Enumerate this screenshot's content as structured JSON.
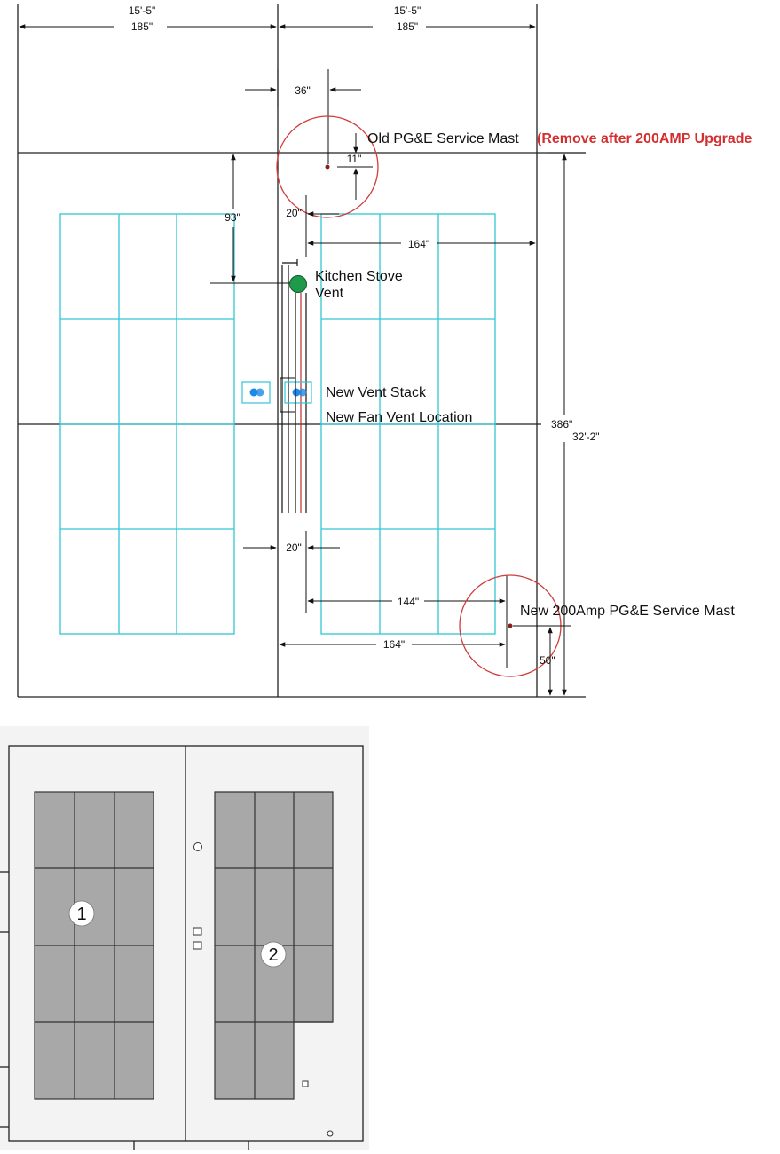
{
  "colors": {
    "panel_outline": "#33c6d6",
    "circle_outline": "#d23b3b",
    "warning_text": "#d32f2f",
    "vent_green": "#1f9a4b",
    "vent_blue": "#1e88e5",
    "layout_panel_fill": "#a8a8a8",
    "layout_bg": "#f3f3f3"
  },
  "dimensions": {
    "top_left_ft": "15'-5\"",
    "top_left_in": "185\"",
    "top_right_ft": "15'-5\"",
    "top_right_in": "185\"",
    "mast_offset": "36\"",
    "mast_small": "11\"",
    "setback_93": "93\"",
    "gap_top": "20\"",
    "width_164_top": "164\"",
    "height_386": "386\"",
    "height_ft": "32'-2\"",
    "gap_bottom": "20\"",
    "width_144": "144\"",
    "width_164_bottom": "164\"",
    "mast_50": "50\""
  },
  "labels": {
    "old_mast": "Old PG&E Service Mast",
    "remove_note": "(Remove after 200AMP Upgrade",
    "kitchen_line1": "Kitchen Stove",
    "kitchen_line2": "Vent",
    "vent_stack": "New Vent Stack",
    "fan_vent": "New Fan Vent Location",
    "new_mast": "New 200Amp PG&E Service Mast"
  },
  "arrays": [
    {
      "label": "1"
    },
    {
      "label": "2"
    }
  ]
}
